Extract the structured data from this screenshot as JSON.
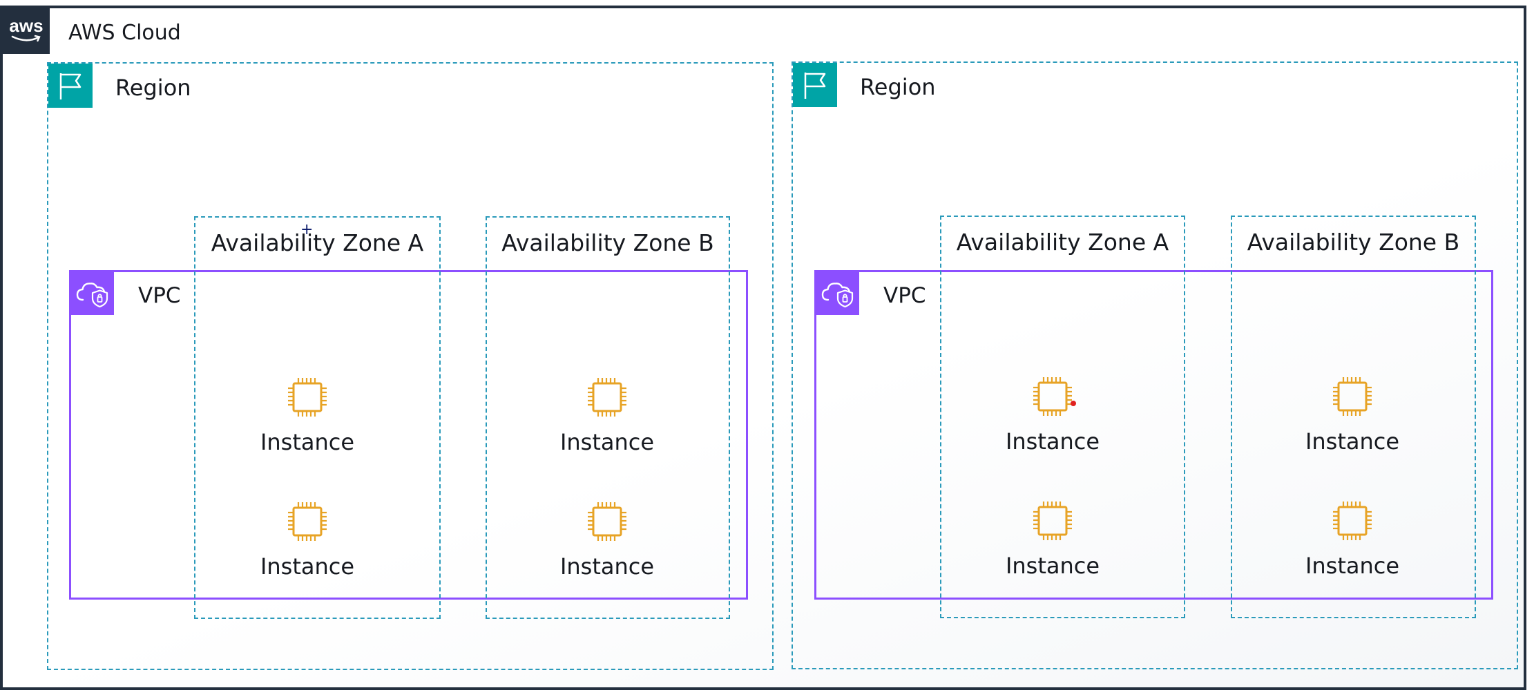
{
  "cloud": {
    "title": "AWS Cloud",
    "logo_text": "aws",
    "logo_icon": "aws-smile-icon",
    "border_color": "#232f3e"
  },
  "regions": [
    {
      "title": "Region",
      "icon": "flag-icon",
      "availability_zones": [
        {
          "title": "Availability Zone A",
          "instances": [
            "Instance",
            "Instance"
          ]
        },
        {
          "title": "Availability Zone B",
          "instances": [
            "Instance",
            "Instance"
          ]
        }
      ],
      "vpc": {
        "title": "VPC",
        "icon": "cloud-lock-icon"
      }
    },
    {
      "title": "Region",
      "icon": "flag-icon",
      "availability_zones": [
        {
          "title": "Availability Zone A",
          "instances": [
            "Instance",
            "Instance"
          ]
        },
        {
          "title": "Availability Zone B",
          "instances": [
            "Instance",
            "Instance"
          ]
        }
      ],
      "vpc": {
        "title": "VPC",
        "icon": "cloud-lock-icon"
      }
    }
  ],
  "colors": {
    "region_accent": "#00a4a6",
    "dashed_border": "#2a9aba",
    "vpc_accent": "#8c4fff",
    "instance_icon": "#e7a325"
  }
}
